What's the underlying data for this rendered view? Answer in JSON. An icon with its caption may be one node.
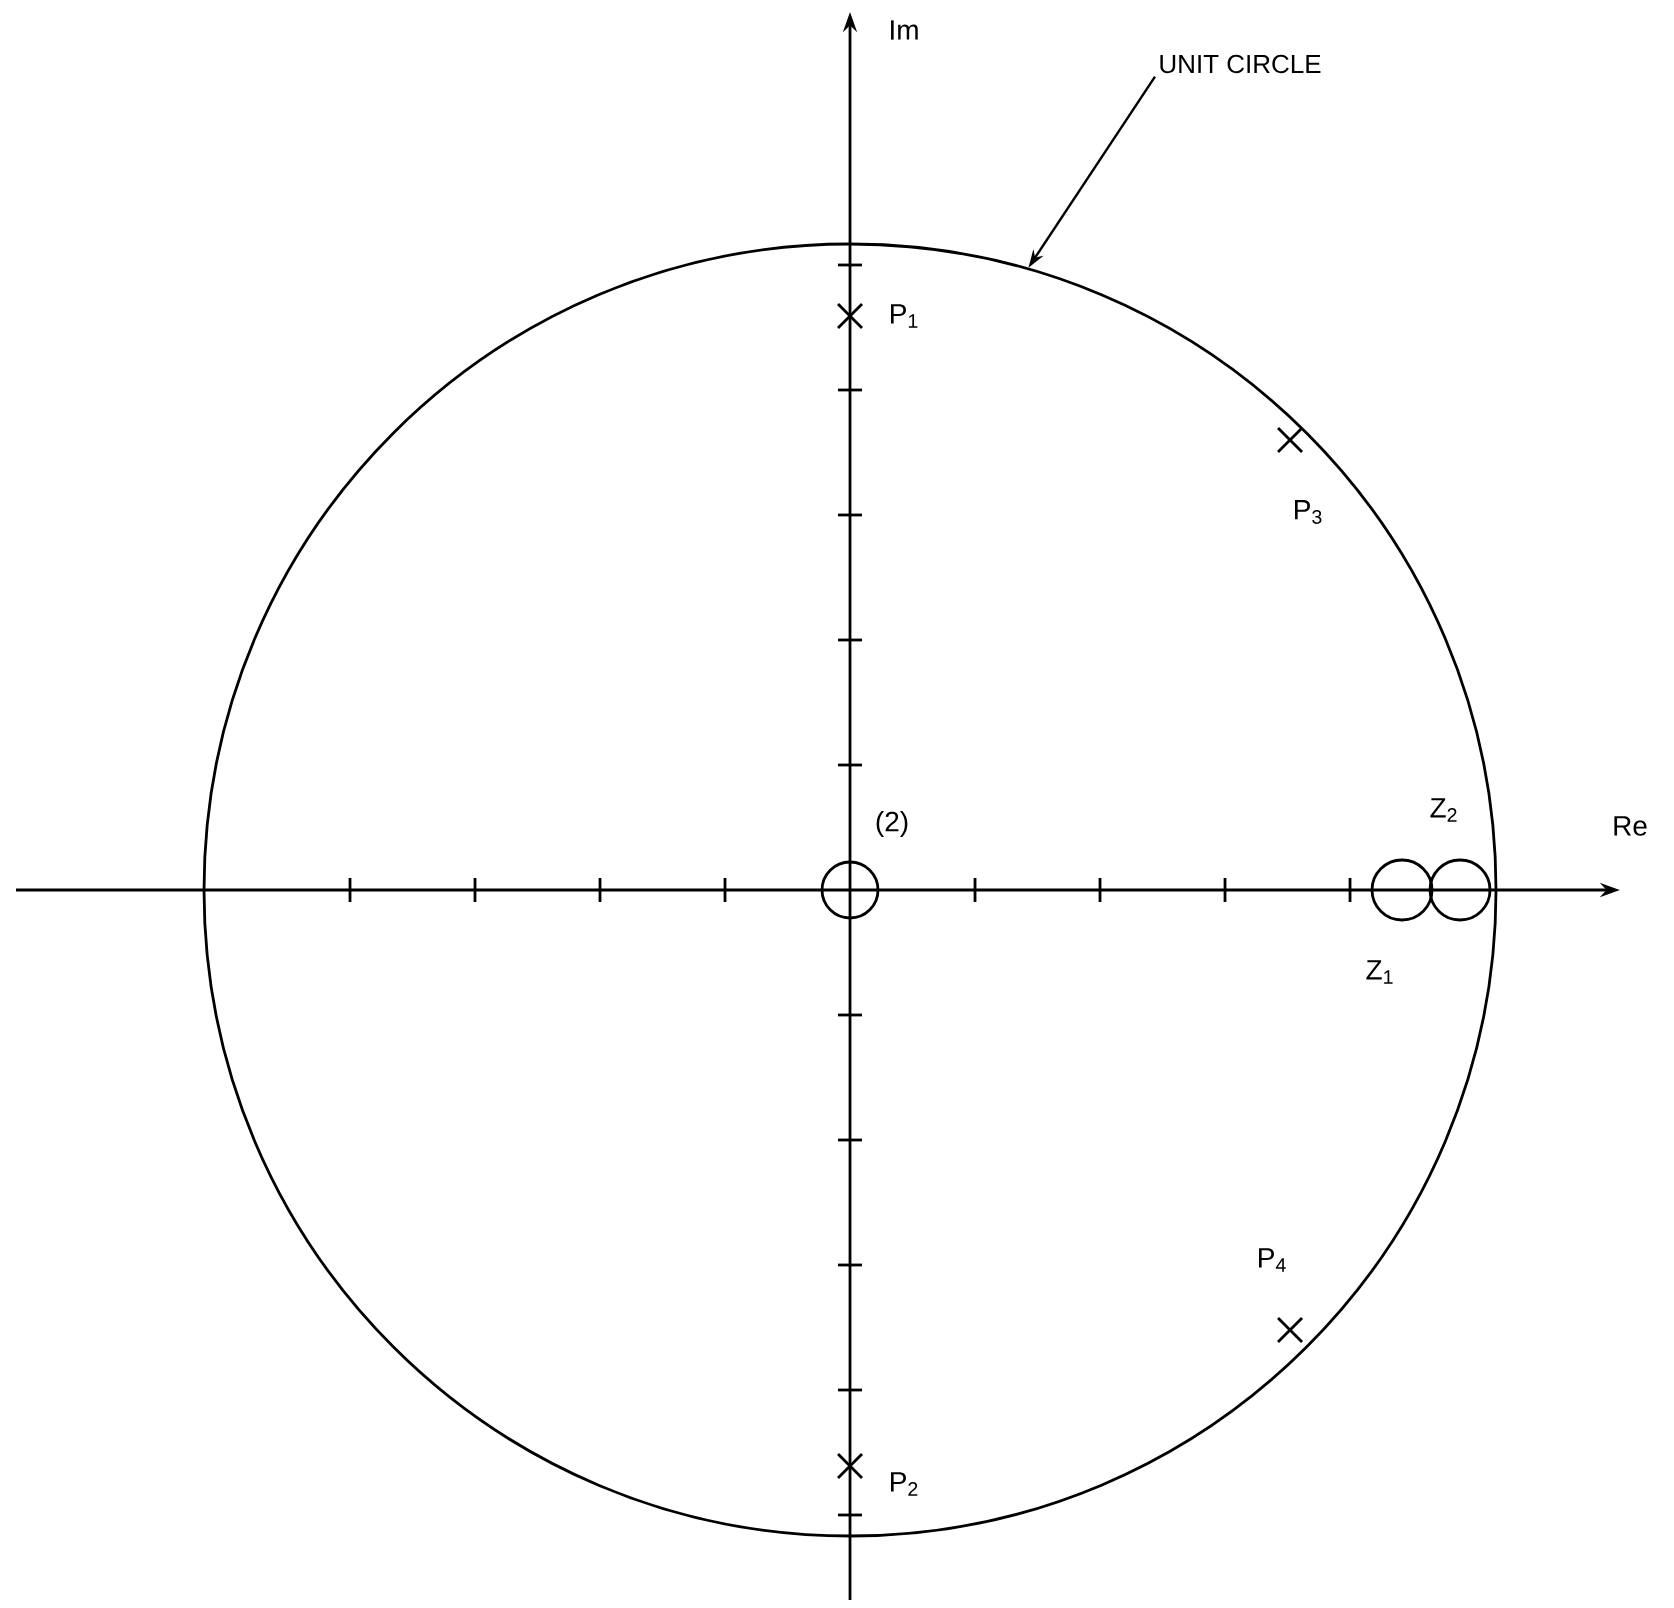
{
  "diagram": {
    "nodes": [
      {
        "text": [
          "UNIT CIRCLE"
        ]
      },
      {
        "text": [],
        "shape": "circle"
      }
    ],
    "edges": [
      {
        "from": 0,
        "to": 1,
        "arrow": "to"
      }
    ],
    "labels": [
      "Im",
      "P$_{1}$",
      "P$_{3}$",
      "Z$_{2}$",
      "(2)",
      "Re",
      "Z$_{1}$",
      "P$_{4}$",
      "P$_{2}$"
    ]
  }
}
